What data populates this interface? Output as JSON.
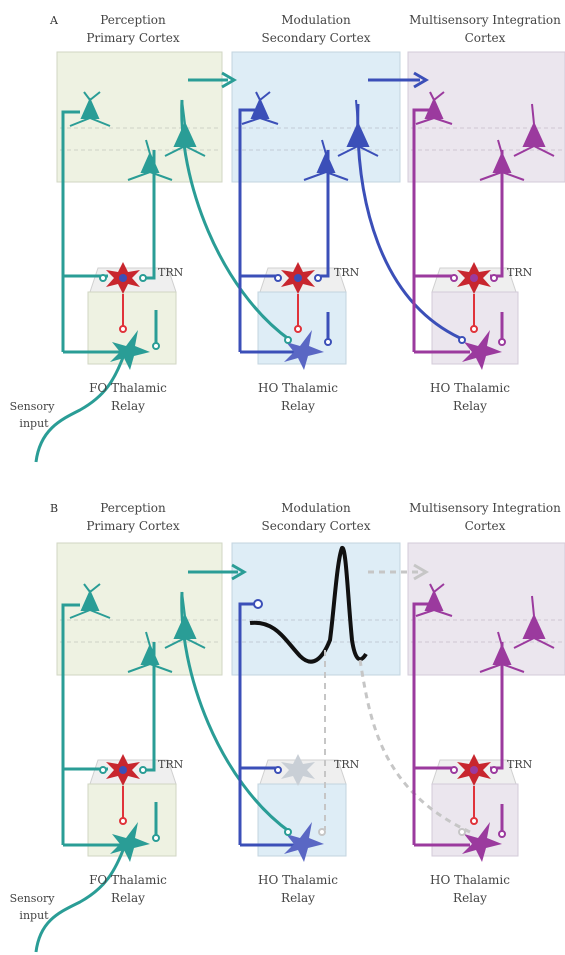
{
  "panels": [
    {
      "letter": "A",
      "columns": [
        {
          "title_1": "Perception",
          "title_2": "Primary Cortex",
          "trn_label": "TRN",
          "relay_1": "FO Thalamic",
          "relay_2": "Relay"
        },
        {
          "title_1": "Modulation",
          "title_2": "Secondary Cortex",
          "trn_label": "TRN",
          "relay_1": "HO Thalamic",
          "relay_2": "Relay"
        },
        {
          "title_1": "Multisensory Integration",
          "title_2": "Cortex",
          "trn_label": "TRN",
          "relay_1": "HO Thalamic",
          "relay_2": "Relay"
        }
      ],
      "sensory_1": "Sensory",
      "sensory_2": "input"
    },
    {
      "letter": "B",
      "columns": [
        {
          "title_1": "Perception",
          "title_2": "Primary Cortex",
          "trn_label": "TRN",
          "relay_1": "FO Thalamic",
          "relay_2": "Relay"
        },
        {
          "title_1": "Modulation",
          "title_2": "Secondary Cortex",
          "trn_label": "TRN",
          "relay_1": "HO Thalamic",
          "relay_2": "Relay"
        },
        {
          "title_1": "Multisensory Integration",
          "title_2": "Cortex",
          "trn_label": "TRN",
          "relay_1": "HO Thalamic",
          "relay_2": "Relay"
        }
      ],
      "sensory_1": "Sensory",
      "sensory_2": "input"
    }
  ],
  "colors": {
    "teal": "#2a9d96",
    "blue": "#3b4fb8",
    "purple": "#9b3a9e",
    "trn_red": "#c8262e",
    "grey_dash": "#bdbdbd",
    "box_green": "#eef2e2",
    "box_blue": "#deedf6",
    "box_purple": "#ebe6ee"
  }
}
